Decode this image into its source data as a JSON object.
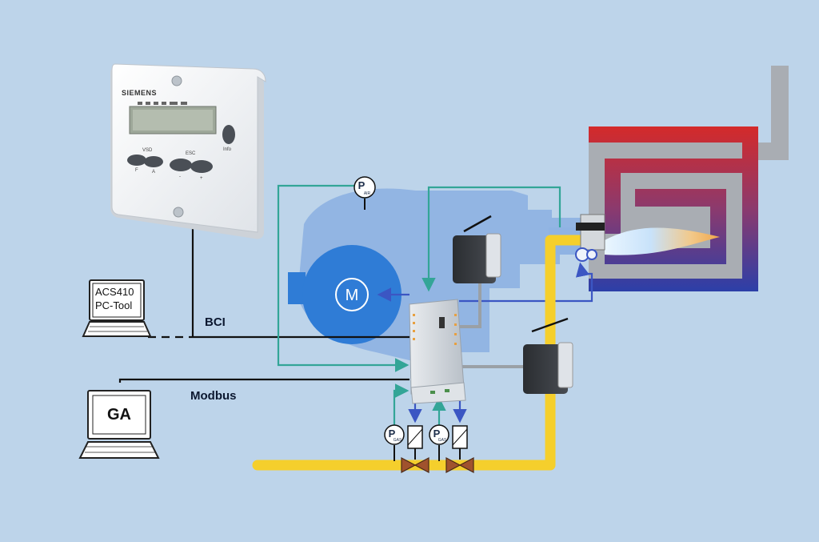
{
  "labels": {
    "bci": "BCI",
    "modbus": "Modbus",
    "pc_tool_line1": "ACS410",
    "pc_tool_line2": "PC-Tool",
    "ga": "GA"
  },
  "hmi": {
    "brand": "SIEMENS",
    "key_f": "F",
    "key_a": "A",
    "key_minus": "-",
    "key_plus": "+",
    "key_info": "Info",
    "vsd": "VSD",
    "esc": "ESC"
  },
  "motor_label": "M",
  "pressure": {
    "air_symbol": "P",
    "air_sub": "AIR",
    "gas_symbol": "P",
    "gas_sub": "GAS"
  },
  "colors": {
    "background": "#bdd4ea",
    "gas_pipe": "#f5cf2c",
    "signal_line": "#33a597",
    "control_arrow": "#3b56c3",
    "cable": "#111111",
    "burner_body": "#8fb3e3",
    "motor": "#2f7cd6",
    "boiler_hot": "#d42a2a",
    "boiler_cold": "#2c3fa8"
  }
}
